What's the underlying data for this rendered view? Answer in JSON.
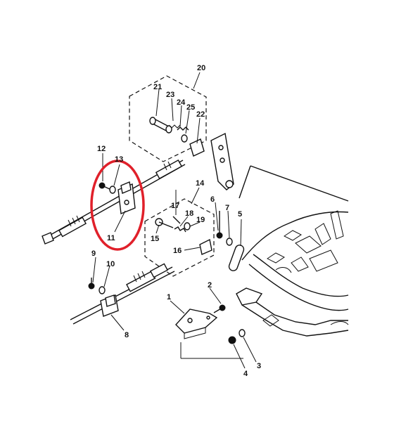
{
  "callouts": {
    "p1": "1",
    "p2": "2",
    "p3": "3",
    "p4": "4",
    "p5": "5",
    "p6": "6",
    "p7": "7",
    "p8": "8",
    "p9": "9",
    "p10": "10",
    "p11": "11",
    "p12": "12",
    "p13": "13",
    "p14": "14",
    "p15": "15",
    "p16": "16",
    "p17": "17",
    "p18": "18",
    "p19": "19",
    "p20": "20",
    "p21": "21",
    "p22": "22",
    "p23": "23",
    "p24": "24",
    "p25": "25"
  },
  "highlight": {
    "color": "#e0202a",
    "shape": "ellipse"
  },
  "colors": {
    "line": "#111111",
    "background": "#ffffff"
  }
}
